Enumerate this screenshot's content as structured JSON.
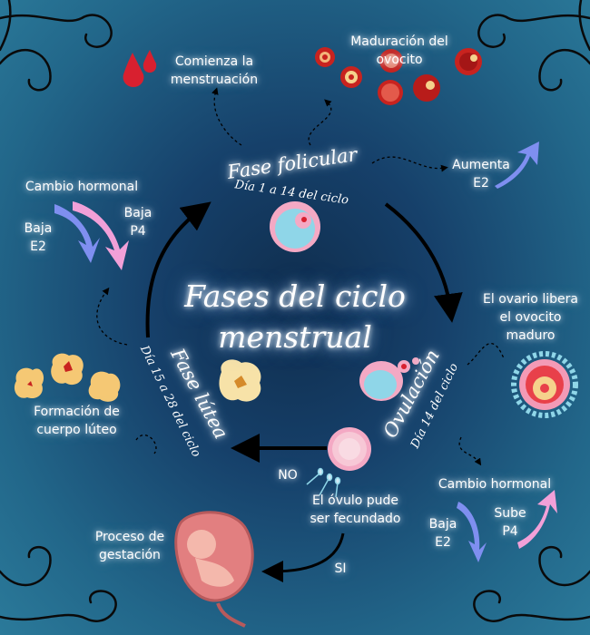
{
  "title": {
    "line1": "Fases del ciclo",
    "line2": "menstrual"
  },
  "phases": {
    "folicular": {
      "name": "Fase folicular",
      "days": "Día 1 a 14 del ciclo"
    },
    "ovulacion": {
      "name": "Ovulación",
      "days": "Día 14 del ciclo"
    },
    "lutea": {
      "name": "Fase lútea",
      "days": "Día 15 a 28 del ciclo"
    }
  },
  "notes": {
    "menstruacion": {
      "line1": "Comienza la",
      "line2": "menstruación"
    },
    "maduracion": {
      "line1": "Maduración del",
      "line2": "ovocito"
    },
    "aumenta": {
      "line1": "Aumenta",
      "line2": "E2"
    },
    "libera": {
      "line1": "El ovario libera",
      "line2": "el ovocito",
      "line3": "maduro"
    },
    "cambio_izq": {
      "title": "Cambio hormonal",
      "a1": "Baja",
      "a2": "E2",
      "b1": "Baja",
      "b2": "P4"
    },
    "cambio_der": {
      "title": "Cambio hormonal",
      "a1": "Baja",
      "a2": "E2",
      "b1": "Sube",
      "b2": "P4"
    },
    "cuerpo_luteo": {
      "line1": "Formación de",
      "line2": "cuerpo lúteo"
    },
    "fecundado": {
      "line1": "El óvulo pude",
      "line2": "ser fecundado"
    },
    "no": "NO",
    "si": "SI",
    "gestacion": {
      "line1": "Proceso de",
      "line2": "gestación"
    }
  },
  "colors": {
    "blue_arrow": "#7f8ff0",
    "pink_arrow": "#f2a0d8",
    "blood": "#d8202f",
    "cycle_arrow": "#000000"
  }
}
